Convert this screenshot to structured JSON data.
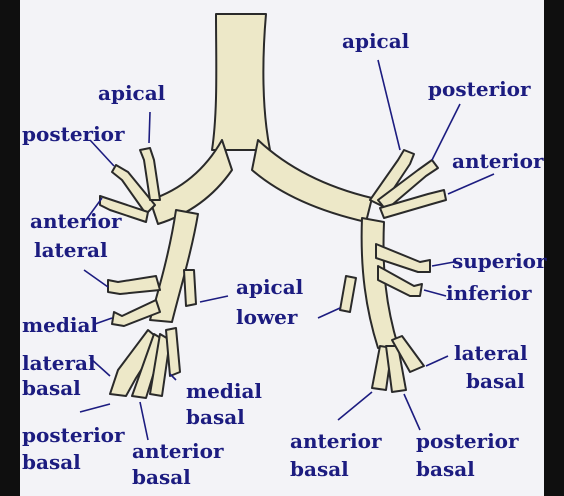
{
  "colors": {
    "background": "#f3f3f7",
    "side_bars": "#0f0f0f",
    "airway_fill": "#ede8c8",
    "airway_outline": "#2a2a2a",
    "label_text": "#1c1c80",
    "leader_lines": "#1c1c80"
  },
  "labels": {
    "right_lung": {
      "apical": "apical",
      "posterior": "posterior",
      "anterior": "anterior",
      "lateral": "lateral",
      "medial": "medial",
      "lateral_basal": [
        "lateral",
        "basal"
      ],
      "medial_basal": [
        "medial",
        "basal"
      ],
      "posterior_basal": [
        "posterior",
        "basal"
      ],
      "anterior_basal": [
        "anterior",
        "basal"
      ]
    },
    "left_lung": {
      "apical": "apical",
      "posterior": "posterior",
      "anterior": "anterior",
      "superior": "superior",
      "inferior": "inferior",
      "lateral_basal": [
        "lateral",
        "basal"
      ],
      "anterior_basal": [
        "anterior",
        "basal"
      ],
      "posterior_basal": [
        "posterior",
        "basal"
      ]
    },
    "center": {
      "apical_lower": [
        "apical",
        "lower"
      ]
    }
  }
}
